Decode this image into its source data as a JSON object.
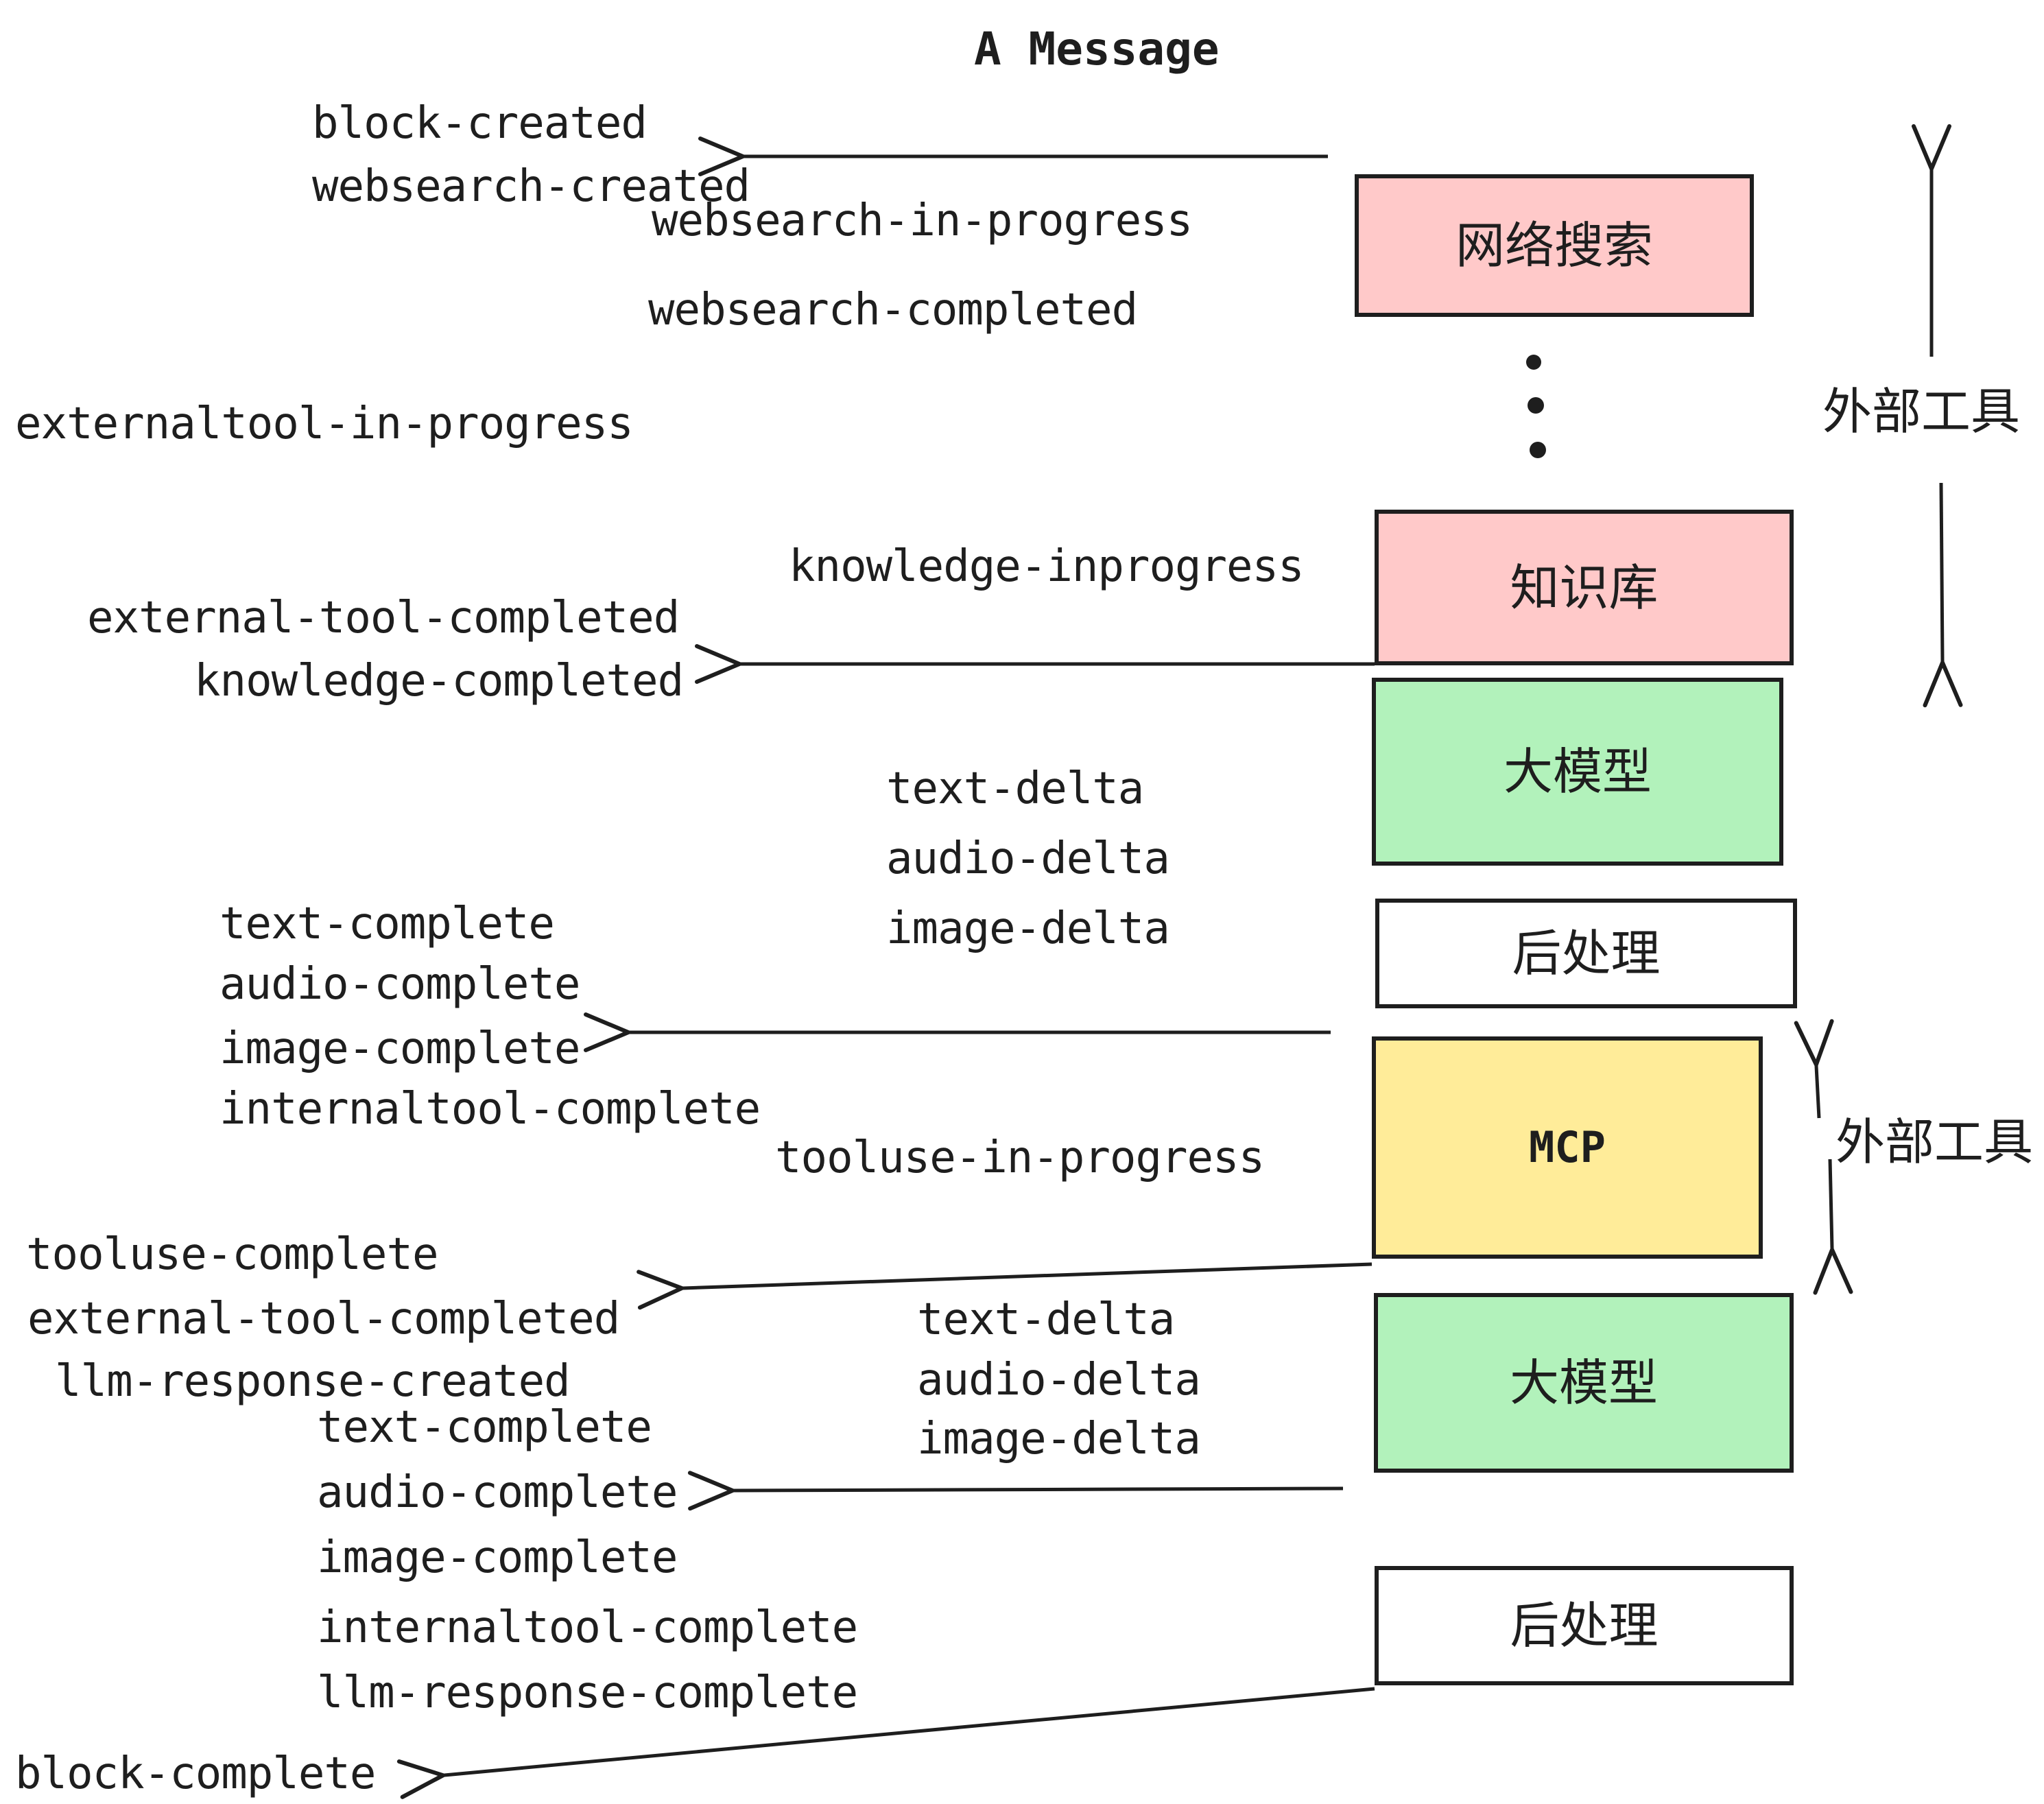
{
  "title": "A Message",
  "events": {
    "block_created": "block-created",
    "websearch_created": "websearch-created",
    "websearch_in_progress": "websearch-in-progress",
    "websearch_completed": "websearch-completed",
    "externaltool_in_progress": "externaltool-in-progress",
    "knowledge_inprogress": "knowledge-inprogress",
    "external_tool_completed": "external-tool-completed",
    "knowledge_completed": "knowledge-completed",
    "text_delta": "text-delta",
    "audio_delta": "audio-delta",
    "image_delta": "image-delta",
    "text_complete": "text-complete",
    "audio_complete": "audio-complete",
    "image_complete": "image-complete",
    "internaltool_complete": "internaltool-complete",
    "tooluse_in_progress": "tooluse-in-progress",
    "tooluse_complete": "tooluse-complete",
    "llm_response_created": "llm-response-created",
    "llm_response_complete": "llm-response-complete",
    "block_complete": "block-complete"
  },
  "boxes": [
    {
      "id": "websearch",
      "label": "网络搜索",
      "color": "pink"
    },
    {
      "id": "knowledge",
      "label": "知识库",
      "color": "pink"
    },
    {
      "id": "llm-1",
      "label": "大模型",
      "color": "green"
    },
    {
      "id": "post-1",
      "label": "后处理",
      "color": "white"
    },
    {
      "id": "mcp",
      "label": "MCP",
      "color": "yellow"
    },
    {
      "id": "llm-2",
      "label": "大模型",
      "color": "green"
    },
    {
      "id": "post-2",
      "label": "后处理",
      "color": "white"
    }
  ],
  "annotations": {
    "external_tools_upper": "外部工具",
    "external_tools_lower": "外部工具"
  },
  "colors": {
    "pink": "#ffc9c9",
    "green": "#b2f2bb",
    "yellow": "#ffec99",
    "white": "#ffffff",
    "ink": "#1e1e1e",
    "background": "#ffffff"
  }
}
